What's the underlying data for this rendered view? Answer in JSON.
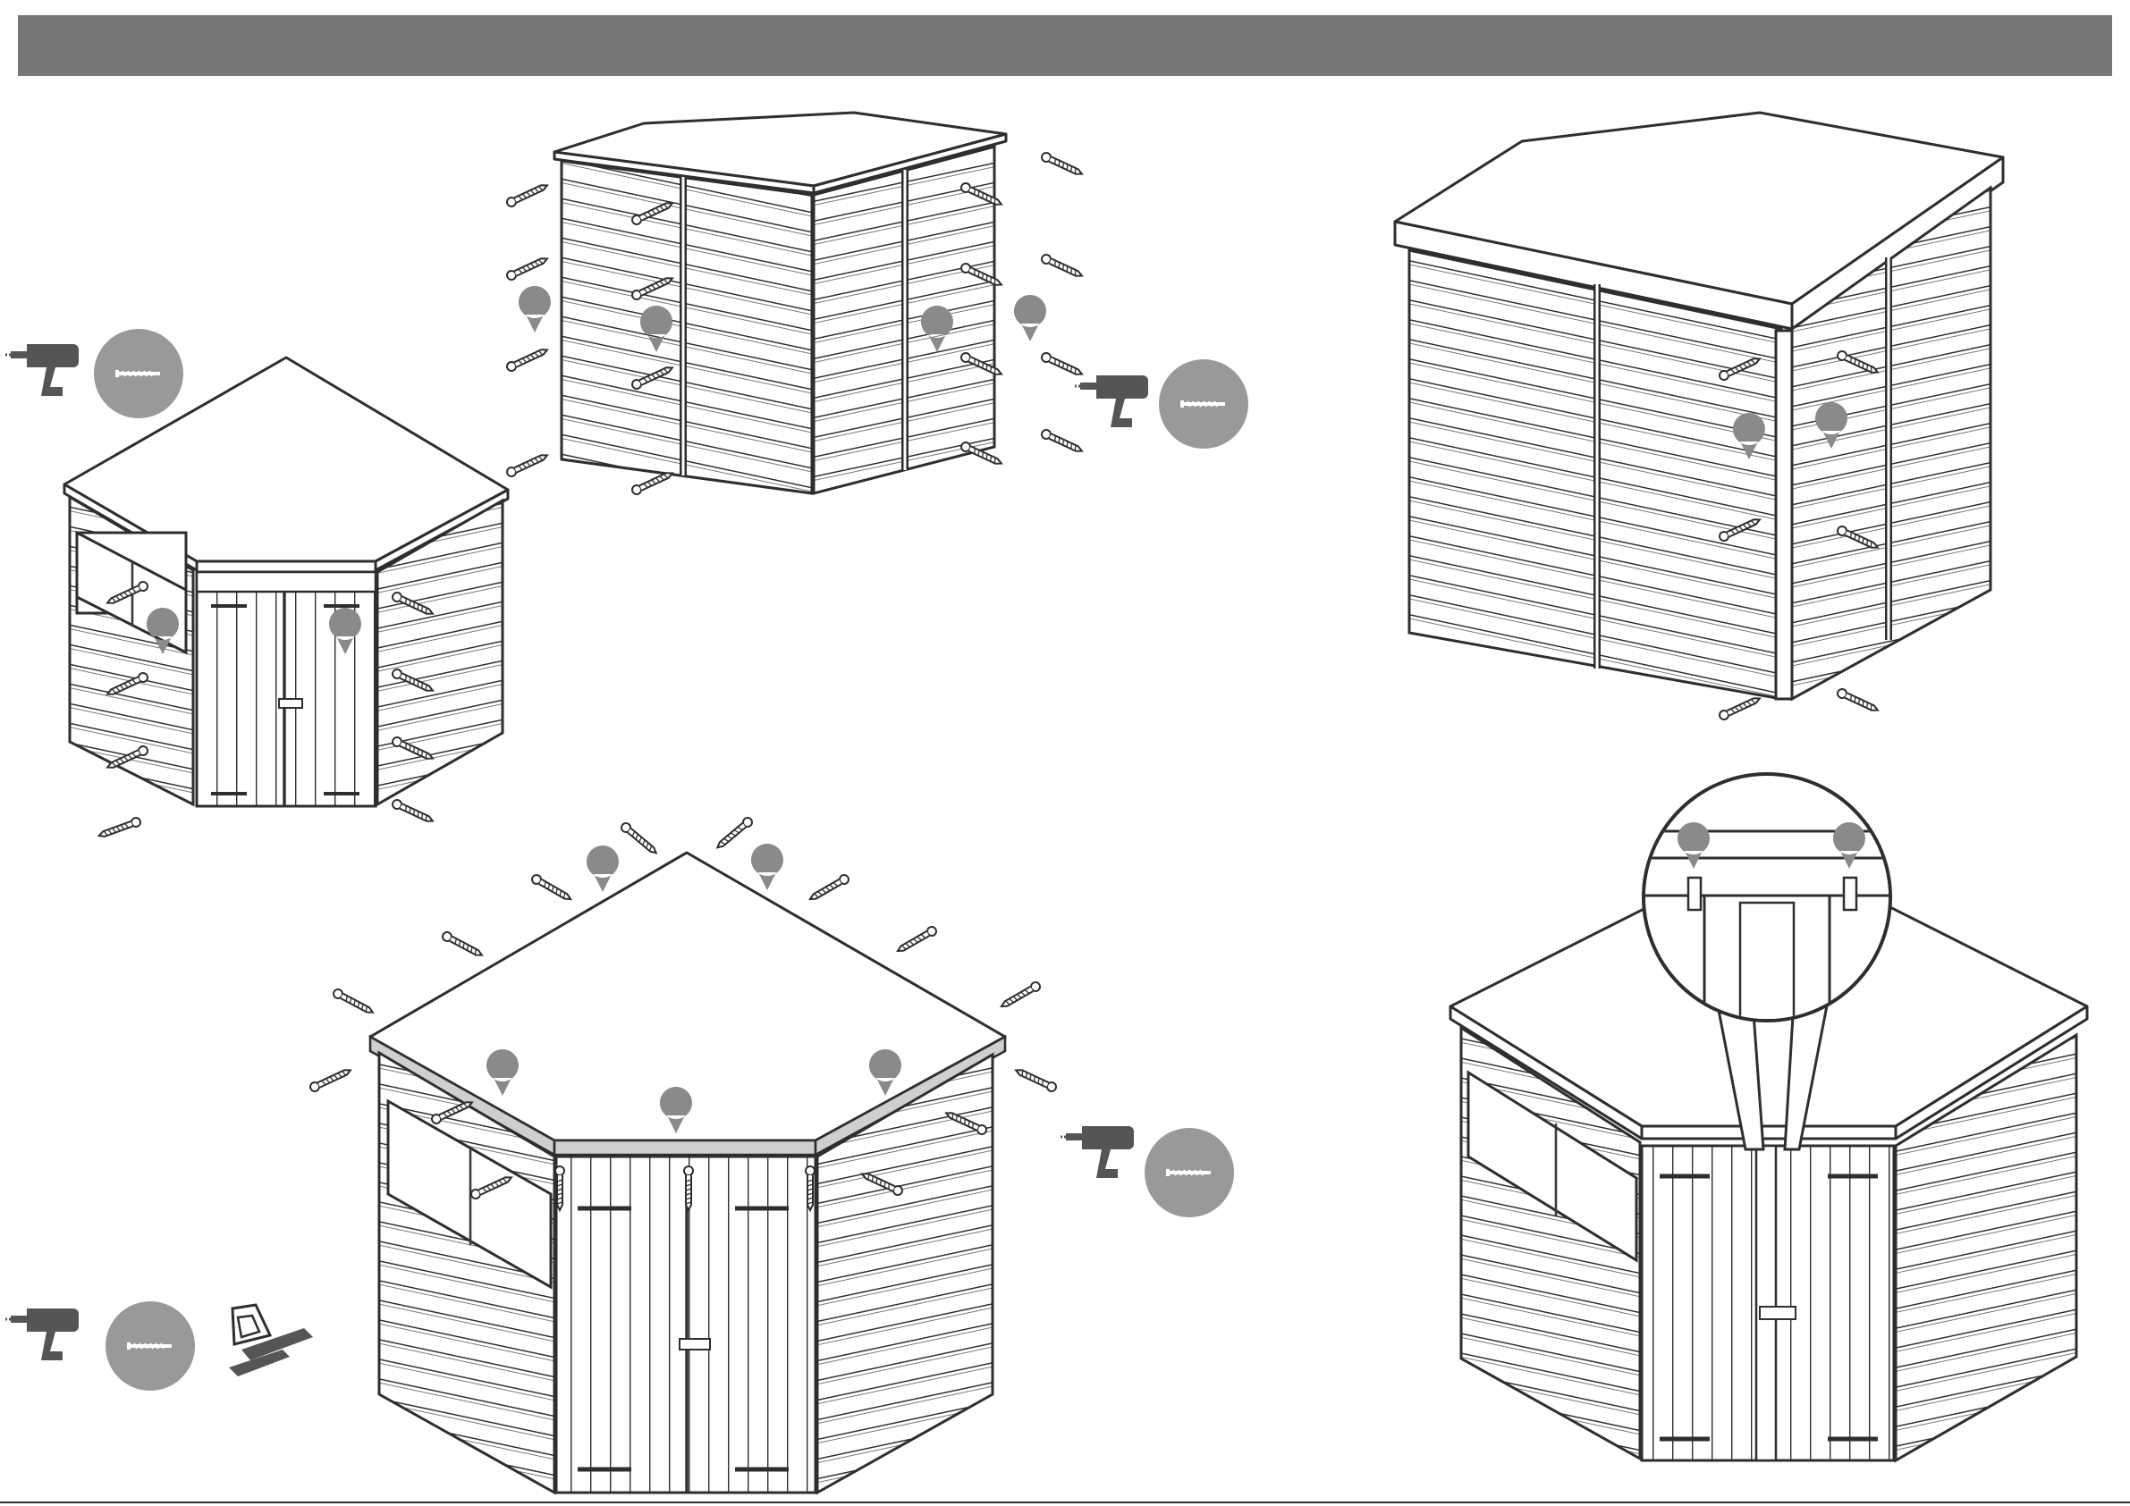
{
  "document": {
    "type": "assembly-instruction-sheet",
    "header_bar_color": "#777777",
    "accent_grey": "#8a8a8a",
    "badge_grey": "#999999",
    "steps": [
      {
        "id": "step-door-front-fixings",
        "tools": [
          "drill-icon",
          "screw-icon"
        ]
      },
      {
        "id": "step-rear-wall-fixings",
        "tools": [
          "drill-icon",
          "screw-icon"
        ]
      },
      {
        "id": "step-corner-post-fixings",
        "tools": []
      },
      {
        "id": "step-roof-fixings",
        "tools": [
          "drill-icon",
          "screw-icon",
          "saw-icon"
        ]
      },
      {
        "id": "step-door-stops",
        "tools": [
          "drill-icon",
          "screw-icon"
        ]
      }
    ]
  }
}
